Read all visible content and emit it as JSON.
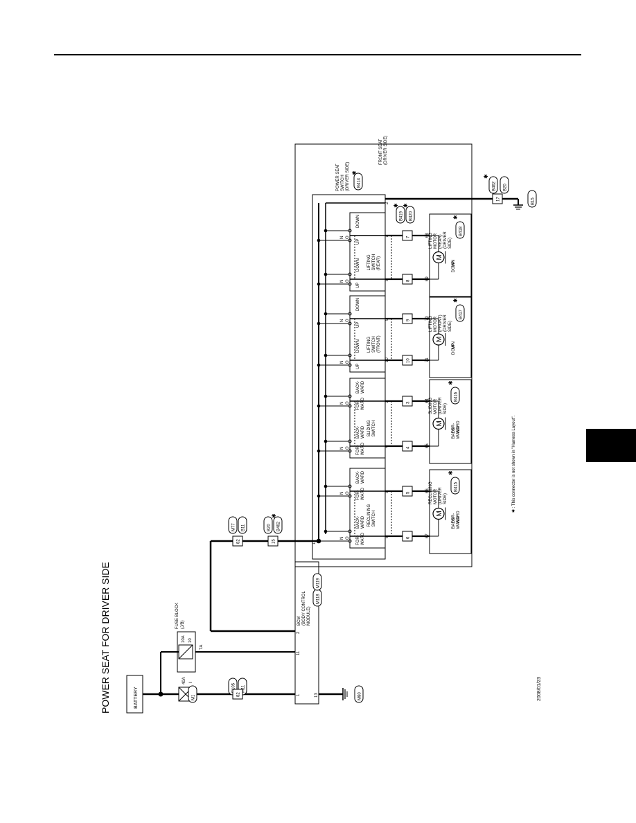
{
  "page": {
    "title": "POWER SEAT FOR DRIVER SIDE",
    "date": "2008/01/23",
    "footnote": "✱ : This connector is not shown in \"Harness Layout\"."
  },
  "power": {
    "battery": "BATTERY",
    "fusible_link": {
      "rating": "40A",
      "id": "I"
    },
    "fuse_block": {
      "l1": "FUSE BLOCK",
      "l2": "(J/B)",
      "connector": "M1",
      "fuse_rating": "10A",
      "fuse_no": "10",
      "pin": "7A"
    },
    "connector_e105": {
      "pin": "82",
      "name1": "E105",
      "name2": "M11"
    },
    "ground_m80": "M80"
  },
  "bcm": {
    "l1": "BCM",
    "l2": "(BODY CONTROL",
    "l3": "MODULE)",
    "conn1": "M118",
    "conn2": "M119",
    "pins": {
      "p1": "1",
      "p2": "2",
      "p11": "11",
      "p13": "13"
    }
  },
  "harness": {
    "c1": {
      "pin": "82",
      "name1": "M77",
      "name2": "B11"
    },
    "c2": {
      "pin": "15",
      "name1": "B20",
      "name2": "B462"
    },
    "c3": {
      "pin": "17",
      "name1": "B462",
      "name2": "B20"
    },
    "ground_b15": "B15"
  },
  "seat": {
    "l1": "FRONT SEAT",
    "l2": "(DRIVER SIDE)",
    "switch": {
      "l1": "POWER SEAT",
      "l2": "SWITCH",
      "l3": "(DRIVER SIDE)",
      "connector": "B414",
      "pin_in": "1",
      "pin_gnd": "2"
    },
    "switch_pins": [
      "6",
      "5",
      "4",
      "3",
      "10",
      "9",
      "8",
      "7"
    ],
    "connector_pins": [
      "6",
      "5",
      "4",
      "3",
      "10",
      "9",
      "8",
      "7"
    ],
    "motor_pins": [
      "67",
      "66",
      "65",
      "64",
      "71",
      "70",
      "69",
      "68"
    ],
    "switches": [
      {
        "name1": "RECLINING",
        "name2": "SWITCH",
        "a1": "FOR-",
        "a2": "WARD",
        "b1": "BACK-",
        "b2": "WARD"
      },
      {
        "name1": "SLIDING",
        "name2": "SWITCH",
        "a1": "FOR-",
        "a2": "WARD",
        "b1": "BACK-",
        "b2": "WARD"
      },
      {
        "name1": "LIFTING",
        "name2": "SWITCH",
        "name3": "(FRONT)",
        "a1": "UP",
        "a2": "",
        "b1": "DOWN",
        "b2": ""
      },
      {
        "name1": "LIFTING",
        "name2": "SWITCH",
        "name3": "(REAR)",
        "a1": "UP",
        "a2": "",
        "b1": "DOWN",
        "b2": ""
      }
    ],
    "contacts": {
      "n": "N",
      "o": "O"
    },
    "motors": [
      {
        "l1": "RECLINING",
        "l2": "MOTOR",
        "l3": "(DRIVER",
        "l4": "SIDE)",
        "connector": "B415",
        "a1": "FOR-",
        "a2": "WARD",
        "b1": "BACK-",
        "b2": "WARD"
      },
      {
        "l1": "SLIDING",
        "l2": "MOTOR",
        "l3": "(DRIVER",
        "l4": "SIDE)",
        "connector": "B416",
        "a1": "FOR-",
        "a2": "WARD",
        "b1": "BACK-",
        "b2": "WARD"
      },
      {
        "l1": "LIFTING",
        "l2": "MOTOR",
        "l3": "(FRONT)",
        "l4": "(DRIVER",
        "l5": "SIDE)",
        "connector": "B417",
        "a1": "UP",
        "a2": "",
        "b1": "DOWN",
        "b2": ""
      },
      {
        "l1": "LIFTING",
        "l2": "MOTOR",
        "l3": "(REAR)",
        "l4": "(DRIVER",
        "l5": "SIDE)",
        "connector": "B418",
        "a1": "UP",
        "a2": "",
        "b1": "DOWN",
        "b2": ""
      }
    ],
    "motor_symbol": "M",
    "extra_connectors": {
      "b419": "B419",
      "b420": "B420"
    },
    "star": "✱"
  }
}
